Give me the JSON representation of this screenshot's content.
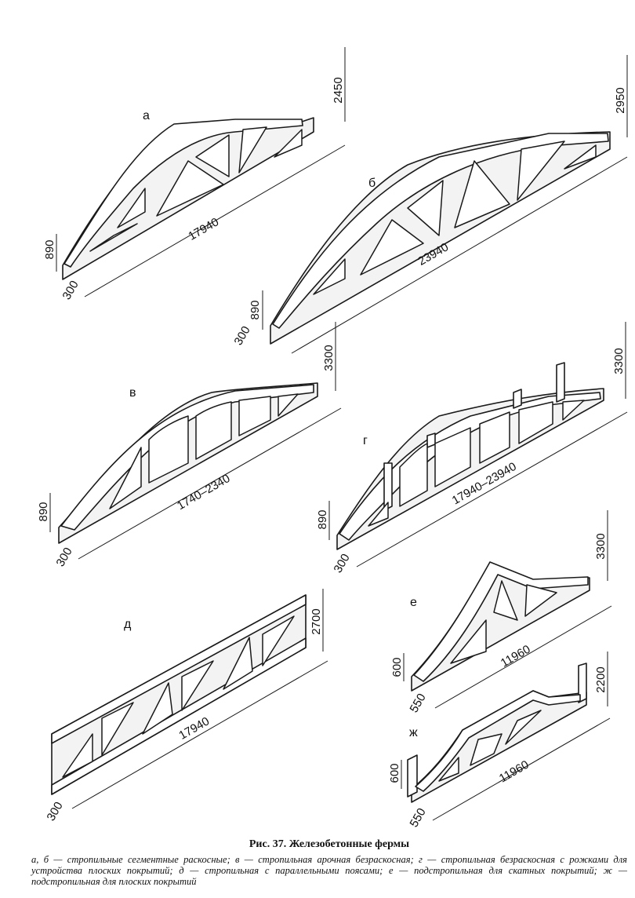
{
  "trusses": [
    {
      "tag": "а",
      "dims": {
        "span": "17940",
        "rise": "2450",
        "end_height": "890",
        "width": "300"
      }
    },
    {
      "tag": "б",
      "dims": {
        "span": "23940",
        "rise": "2950",
        "end_height": "890",
        "width": "300"
      }
    },
    {
      "tag": "в",
      "dims": {
        "span": "1740–2340",
        "rise": "3300",
        "end_height": "890",
        "width": "300"
      }
    },
    {
      "tag": "г",
      "dims": {
        "span": "17940–23940",
        "rise": "3300",
        "end_height": "890",
        "width": "300"
      }
    },
    {
      "tag": "д",
      "dims": {
        "span": "17940",
        "rise": "2700",
        "width": "300"
      }
    },
    {
      "tag": "е",
      "dims": {
        "span": "11960",
        "rise": "3300",
        "end_height": "600",
        "width": "550"
      }
    },
    {
      "tag": "ж",
      "dims": {
        "span": "11960",
        "rise": "2200",
        "end_height": "600",
        "width": "550"
      }
    }
  ],
  "caption": {
    "title": "Рис. 37. Железобетонные фермы",
    "text": "а, б — стропильные сегментные раскосные; в — стропильная арочная безраскосная; г — стропильная безраскосная с рожками для устройства плоских покрытий; д — стропильная с параллельными поясами; е — подстропильная для скатных покрытий; ж — подстропильная для плоских покрытий"
  }
}
